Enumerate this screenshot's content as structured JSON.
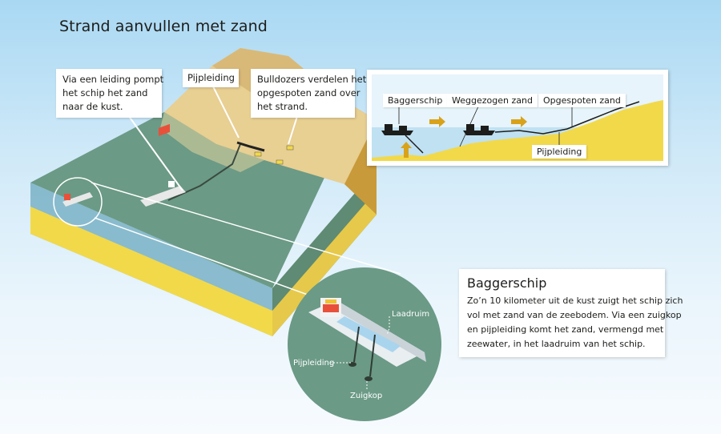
{
  "title": "Strand aanvullen met zand",
  "callouts": {
    "leiding": [
      "Via een leiding pompt",
      "het schip het zand",
      "naar de kust."
    ],
    "pijpleiding": "Pijpleiding",
    "bulldozers": [
      "Bulldozers verdelen het",
      "opgespoten zand over",
      "het strand."
    ]
  },
  "inset": {
    "baggerschip": "Baggerschip",
    "weggezogen": "Weggezogen zand",
    "opgespoten": "Opgespoten zand",
    "pijpleiding": "Pijpleiding"
  },
  "zoom": {
    "laadruim": "Laadruim",
    "pijpleiding": "Pijpleiding",
    "zuigkop": "Zuigkop"
  },
  "info": {
    "heading": "Baggerschip",
    "lines": [
      "Zo’n 10 kilometer uit de kust zuigt het schip zich",
      "vol met zand van de zeebodem. Via een zuigkop",
      "en pijpleiding komt het zand, vermengd met",
      "zeewater, in het laadruim van het schip."
    ]
  },
  "colors": {
    "sea": "#6b9a86",
    "sand": "#e8cf92",
    "beach_yellow": "#f2d94a",
    "cross_section": "#c99a3a",
    "arrow": "#d9a21b"
  }
}
